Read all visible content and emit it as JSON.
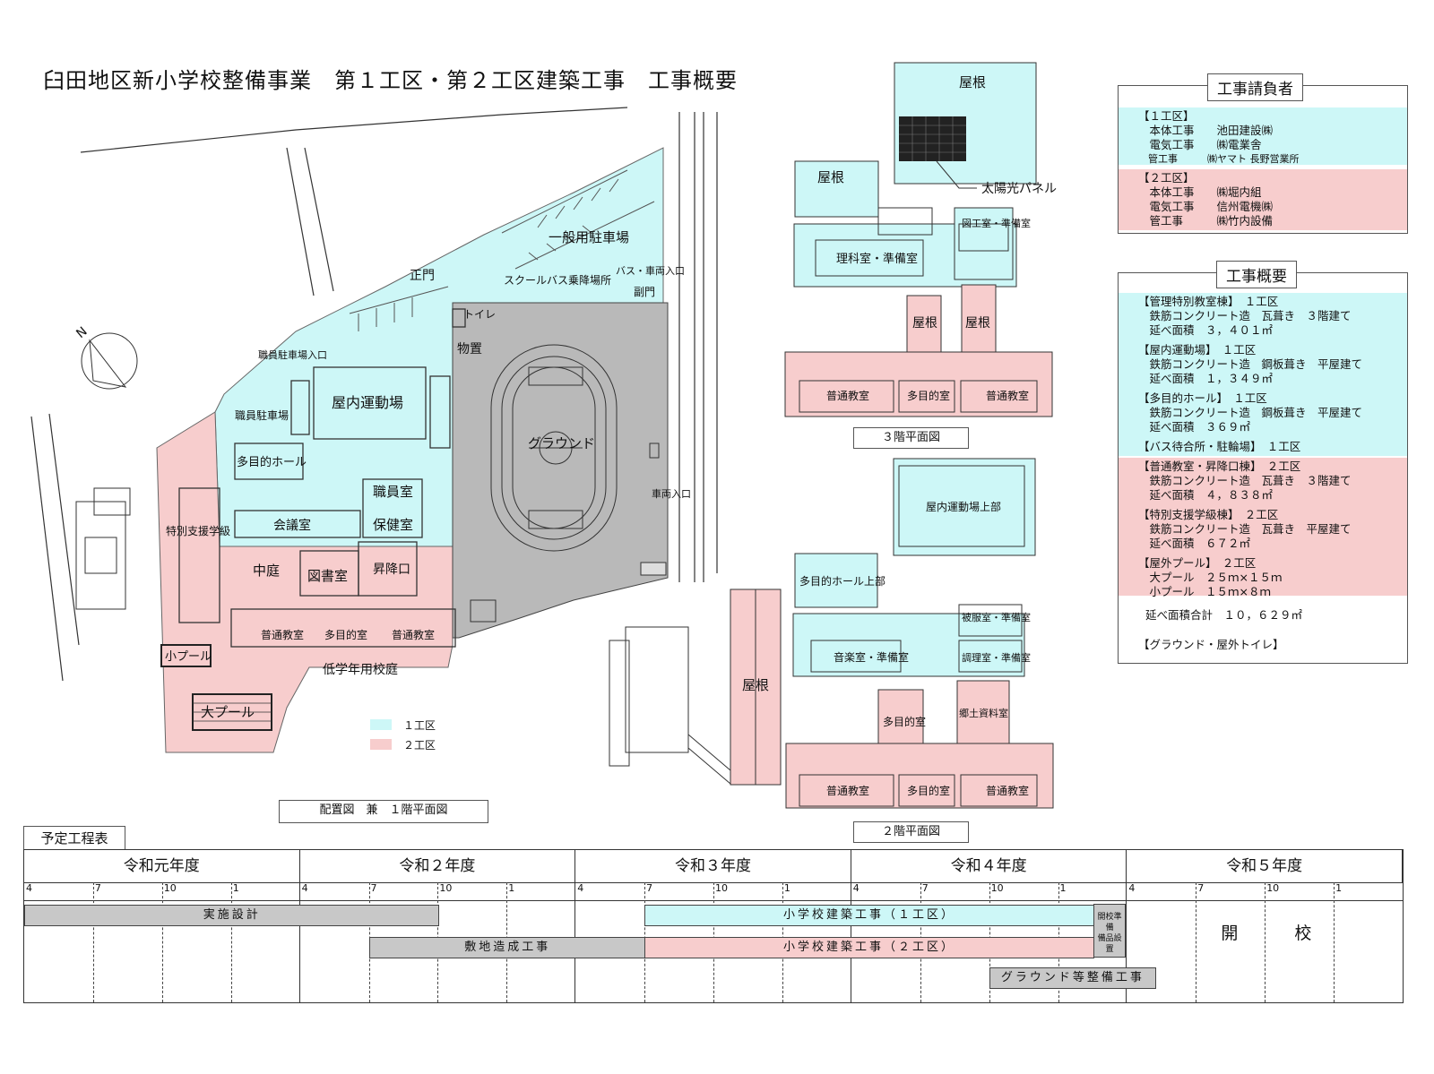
{
  "title": "臼田地区新小学校整備事業　第１工区・第２工区建築工事　工事概要",
  "colors": {
    "zone1": "#cdf7f7",
    "zone2": "#f7cdcd",
    "ground": "#b9b9b9"
  },
  "site": {
    "compass": "N",
    "labels": {
      "parking_general": "一般用駐車場",
      "main_gate": "正門",
      "bus_stop": "スクールバス乗降場所",
      "bus_entrance": "バス・車両入口",
      "side_gate": "副門",
      "toilet": "トイレ",
      "storage": "物置",
      "staff_parking_entrance": "職員駐車場入口",
      "staff_parking": "職員駐車場",
      "gym": "屋内運動場",
      "multipurpose_hall": "多目的ホール",
      "staff_room": "職員室",
      "health_room": "保健室",
      "meeting_room": "会議室",
      "special_support": "特別支援学級",
      "courtyard": "中庭",
      "library": "図書室",
      "entrance": "昇降口",
      "classroom": "普通教室",
      "multipurpose_room": "多目的室",
      "lower_grade_yard": "低学年用校庭",
      "small_pool": "小プール",
      "big_pool": "大プール",
      "ground": "グラウンド",
      "vehicle_entrance": "車両入口"
    },
    "legend": {
      "zone1": "１工区",
      "zone2": "２工区"
    },
    "caption": "配置図　兼　１階平面図"
  },
  "floor3": {
    "roof_top": "屋根",
    "solar_panel": "太陽光パネル",
    "roof_left": "屋根",
    "science_room": "理科室・準備室",
    "craft_room": "図工室・準備室",
    "roof_a": "屋根",
    "roof_b": "屋根",
    "classroom1": "普通教室",
    "multipurpose": "多目的室",
    "classroom2": "普通教室",
    "caption": "３階平面図"
  },
  "floor2": {
    "gym_upper": "屋内運動場上部",
    "hall_upper": "多目的ホール上部",
    "clothing_room": "被服室・準備室",
    "music_room": "音楽室・準備室",
    "cooking_room": "調理室・準備室",
    "roof": "屋根",
    "multipurpose_room": "多目的室",
    "local_history": "郷土資料室",
    "classroom1": "普通教室",
    "multipurpose": "多目的室",
    "classroom2": "普通教室",
    "caption": "２階平面図"
  },
  "contractors": {
    "title": "工事請負者",
    "zone1": [
      "【１工区】",
      "　本体工事　　池田建設㈱",
      "　電気工事　　㈱電業舎",
      "　管工事　　　㈱ヤマト 長野営業所"
    ],
    "zone2": [
      "【２工区】",
      "　本体工事　　㈱堀内組",
      "　電気工事　　信州電機㈱",
      "　管工事　　　㈱竹内設備"
    ]
  },
  "overview": {
    "title": "工事概要",
    "zone1": [
      "【管理特別教室棟】　１工区",
      "　鉄筋コンクリート造　瓦葺き　３階建て",
      "　延べ面積　３，４０１㎡",
      "【屋内運動場】　１工区",
      "　鉄筋コンクリート造　鋼板葺き　平屋建て",
      "　延べ面積　１，３４９㎡",
      "【多目的ホール】　１工区",
      "　鉄筋コンクリート造　鋼板葺き　平屋建て",
      "　延べ面積　３６９㎡",
      "【バス待合所・駐輪場】　１工区"
    ],
    "zone2": [
      "【普通教室・昇降口棟】　２工区",
      "　鉄筋コンクリート造　瓦葺き　３階建て",
      "　延べ面積　４，８３８㎡",
      "【特別支援学級棟】　２工区",
      "　鉄筋コンクリート造　瓦葺き　平屋建て",
      "　延べ面積　６７２㎡",
      "【屋外プール】　２工区",
      "　大プール　２５ｍ×１５ｍ",
      "　小プール　１５ｍ×８ｍ"
    ],
    "total": "延べ面積合計　１０，６２９㎡",
    "extra": "【グラウンド・屋外トイレ】"
  },
  "schedule": {
    "title": "予定工程表",
    "years": [
      "令和元年度",
      "令和２年度",
      "令和３年度",
      "令和４年度",
      "令和５年度"
    ],
    "months": [
      "4",
      "7",
      "10",
      "1"
    ],
    "tasks": [
      {
        "label": "実施設計",
        "start": 0,
        "end": 6,
        "row": 0,
        "color": "gray"
      },
      {
        "label": "小学校建築工事（１工区）",
        "start": 9,
        "end": 15.5,
        "row": 0,
        "color": "blue"
      },
      {
        "label": "敷地造成工事",
        "start": 5,
        "end": 9,
        "row": 1,
        "color": "gray"
      },
      {
        "label": "小学校建築工事（２工区）",
        "start": 9,
        "end": 15.5,
        "row": 1,
        "color": "pink"
      },
      {
        "label": "グラウンド等整備工事",
        "start": 14,
        "end": 16.4,
        "row": 2,
        "color": "gray"
      }
    ],
    "prep": "開校準備\n備品設置",
    "opening": "開　校"
  }
}
